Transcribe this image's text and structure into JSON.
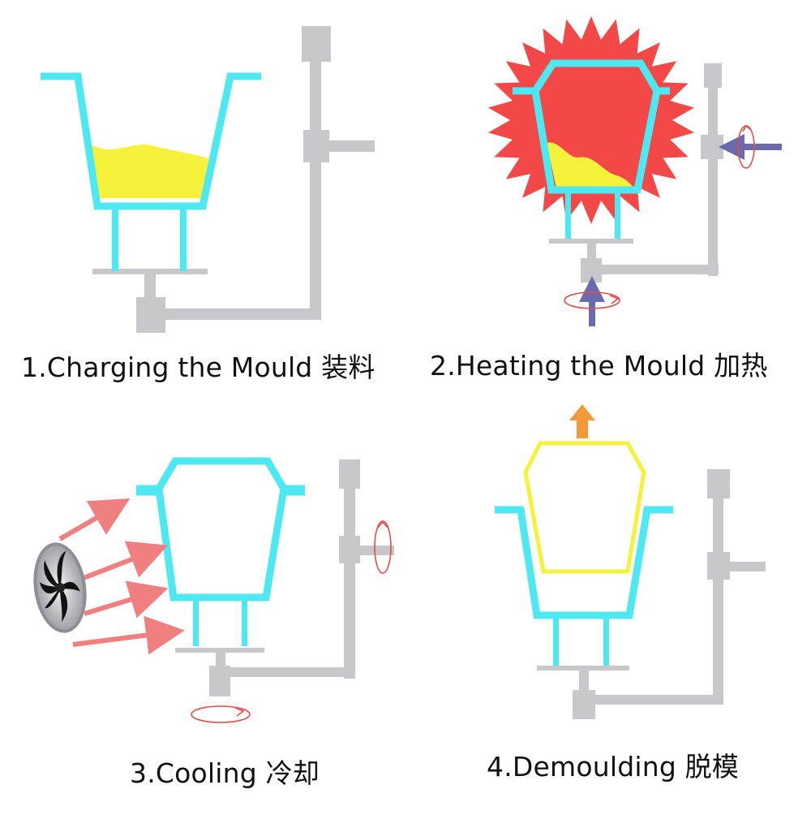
{
  "colors": {
    "mould": "#4de8f2",
    "material": "#f6f23c",
    "rig": "#c8c8ca",
    "heat": "#f24848",
    "force_arrow": "#6a6aad",
    "rotation": "#e84b4b",
    "air_arrow": "#f08080",
    "lift_arrow": "#f29a3a",
    "demoulded_part": "#f6f23c"
  },
  "icons": {
    "fan": "fan-icon",
    "rotation": "rotation-arrow-icon",
    "heat": "heat-burst-icon"
  },
  "steps": [
    {
      "caption": "1.Charging the Mould 装料"
    },
    {
      "caption": "2.Heating the Mould 加热"
    },
    {
      "caption": "3.Cooling 冷却"
    },
    {
      "caption": "4.Demoulding 脱模"
    }
  ]
}
